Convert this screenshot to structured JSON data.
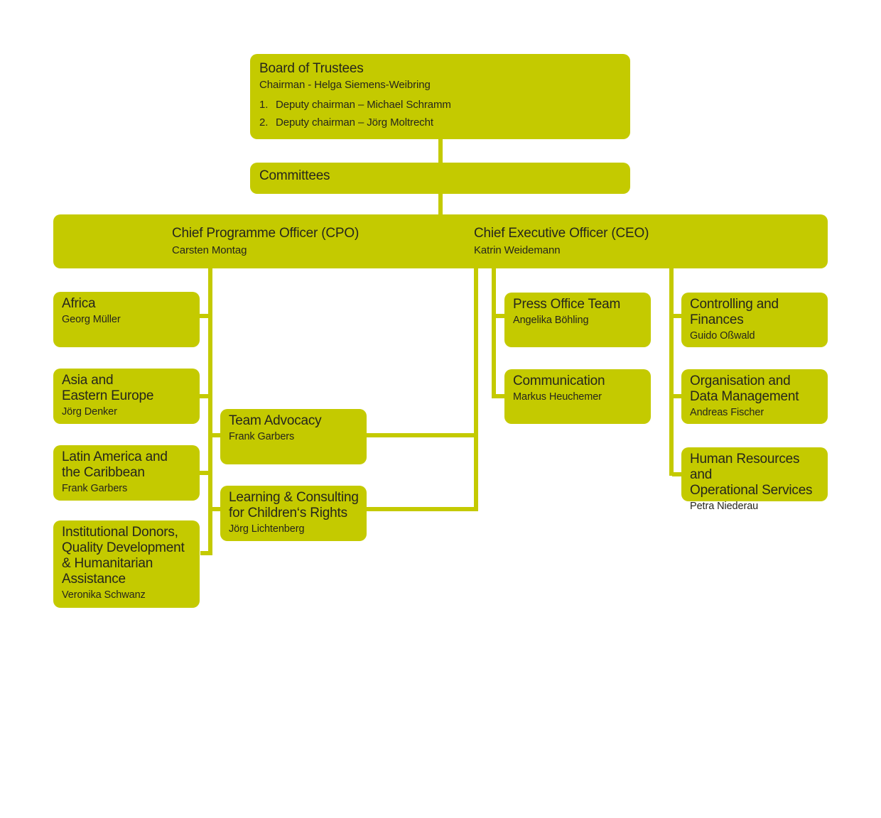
{
  "canvas": {
    "background": "#ffffff",
    "accent": "#c4ca00",
    "text_color": "#26261c"
  },
  "board": {
    "title": "Board of Trustees",
    "chairman_line": "Chairman - Helga Siemens-Weibring",
    "deputies": [
      {
        "num": "1.",
        "text": "Deputy chairman – Michael Schramm"
      },
      {
        "num": "2.",
        "text": "Deputy chairman – Jörg Moltrecht"
      }
    ]
  },
  "committees": {
    "title": "Committees"
  },
  "executives": {
    "cpo": {
      "title": "Chief Programme Officer (CPO)",
      "person": "Carsten Montag"
    },
    "ceo": {
      "title": "Chief Executive Officer (CEO)",
      "person": "Katrin Weidemann"
    }
  },
  "departments": {
    "africa": {
      "title": "Africa",
      "person": "Georg Müller"
    },
    "asia": {
      "title": "Asia and\nEastern Europe",
      "person": "Jörg Denker"
    },
    "latam": {
      "title": "Latin America and\nthe Caribbean",
      "person": "Frank Garbers"
    },
    "donors": {
      "title": "Institutional Donors,\nQuality Development\n& Humanitarian\nAssistance",
      "person": "Veronika Schwanz"
    },
    "advocacy": {
      "title": "Team Advocacy",
      "person": "Frank Garbers"
    },
    "learning": {
      "title": "Learning & Consulting\nfor Children‘s Rights",
      "person": "Jörg Lichtenberg"
    },
    "press": {
      "title": "Press Office Team",
      "person": "Angelika Böhling"
    },
    "communication": {
      "title": "Communication",
      "person": "Markus Heuchemer"
    },
    "controlling": {
      "title": "Controlling and\nFinances",
      "person": "Guido Oßwald"
    },
    "orgdata": {
      "title": "Organisation and\nData Management",
      "person": "Andreas Fischer"
    },
    "hr": {
      "title": "Human Resources and\nOperational Services",
      "person": "Petra Niederau"
    }
  }
}
